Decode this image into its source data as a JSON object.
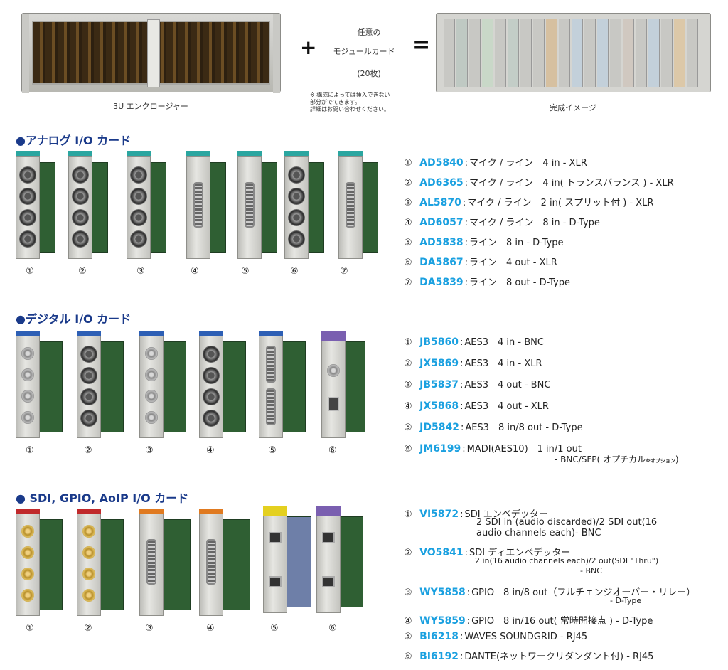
{
  "top": {
    "enclosure_caption": "3U エンクロージャー",
    "plus": "+",
    "module_line1": "任意の",
    "module_line2": "モジュールカード",
    "module_line3": "(20枚)",
    "equals": "=",
    "note": "※ 構成によっては挿入できない\n部分がでてきます。\n詳細はお問い合わせください。",
    "complete_caption": "完成イメージ"
  },
  "analog": {
    "title": "●アナログ I/O カード",
    "numbers": [
      "①",
      "②",
      "③",
      "④",
      "⑤",
      "⑥",
      "⑦"
    ],
    "items": [
      {
        "n": "①",
        "model": "AD5840",
        "desc": "マイク / ライン　4 in - XLR"
      },
      {
        "n": "②",
        "model": "AD6365",
        "desc": "マイク / ライン　4 in( トランスバランス ) - XLR"
      },
      {
        "n": "③",
        "model": "AL5870",
        "desc": "マイク / ライン　2 in( スプリット付 ) - XLR"
      },
      {
        "n": "④",
        "model": "AD6057",
        "desc": "マイク / ライン　8 in - D-Type"
      },
      {
        "n": "⑤",
        "model": "AD5838",
        "desc": "ライン　8 in - D-Type"
      },
      {
        "n": "⑥",
        "model": "DA5867",
        "desc": "ライン　4 out - XLR"
      },
      {
        "n": "⑦",
        "model": "DA5839",
        "desc": "ライン　8 out - D-Type"
      }
    ]
  },
  "digital": {
    "title": "●デジタル I/O カード",
    "numbers": [
      "①",
      "②",
      "③",
      "④",
      "⑤",
      "⑥"
    ],
    "items": [
      {
        "n": "①",
        "model": "JB5860",
        "desc": "AES3　4 in - BNC"
      },
      {
        "n": "②",
        "model": "JX5869",
        "desc": "AES3　4 in - XLR"
      },
      {
        "n": "③",
        "model": "JB5837",
        "desc": "AES3　4 out - BNC"
      },
      {
        "n": "④",
        "model": "JX5868",
        "desc": "AES3　4 out - XLR"
      },
      {
        "n": "⑤",
        "model": "JD5842",
        "desc": "AES3　8 in/8 out - D-Type"
      },
      {
        "n": "⑥",
        "model": "JM6199",
        "desc": "MADI(AES10)　1 in/1 out",
        "cont": "- BNC/SFP( オプチカル",
        "cont_small": "※オプション",
        "cont_end": ")"
      }
    ]
  },
  "sdi": {
    "title": "● SDI, GPIO, AoIP I/O カード",
    "numbers": [
      "①",
      "②",
      "③",
      "④",
      "⑤",
      "⑥"
    ],
    "items": [
      {
        "n": "①",
        "model": "VI5872",
        "desc": "SDI エンベデッター",
        "cont1": "2 SDI in (audio discarded)/2 SDI out(16",
        "cont2": "audio channels each)- BNC"
      },
      {
        "n": "②",
        "model": "VO5841",
        "desc": "SDI ディエンベデッター",
        "cont1": "2 in(16 audio channels each)/2 out(SDI \"Thru\")",
        "cont2": "- BNC"
      },
      {
        "n": "③",
        "model": "WY5858",
        "desc": "GPIO　8 in/8 out（フルチェンジオーバー・リレー）",
        "cont1": "- D-Type"
      },
      {
        "n": "④",
        "model": "WY5859",
        "desc": "GPIO　8 in/16 out( 常時開接点 ) - D-Type"
      },
      {
        "n": "⑤",
        "model": "BI6218",
        "desc": "WAVES SOUNDGRID - RJ45"
      },
      {
        "n": "⑥",
        "model": "BI6192",
        "desc": "DANTE(ネットワークリダンダント付) - RJ45"
      }
    ]
  },
  "colors": {
    "model": "#1aa0e0",
    "section_title": "#1a3a8a"
  }
}
